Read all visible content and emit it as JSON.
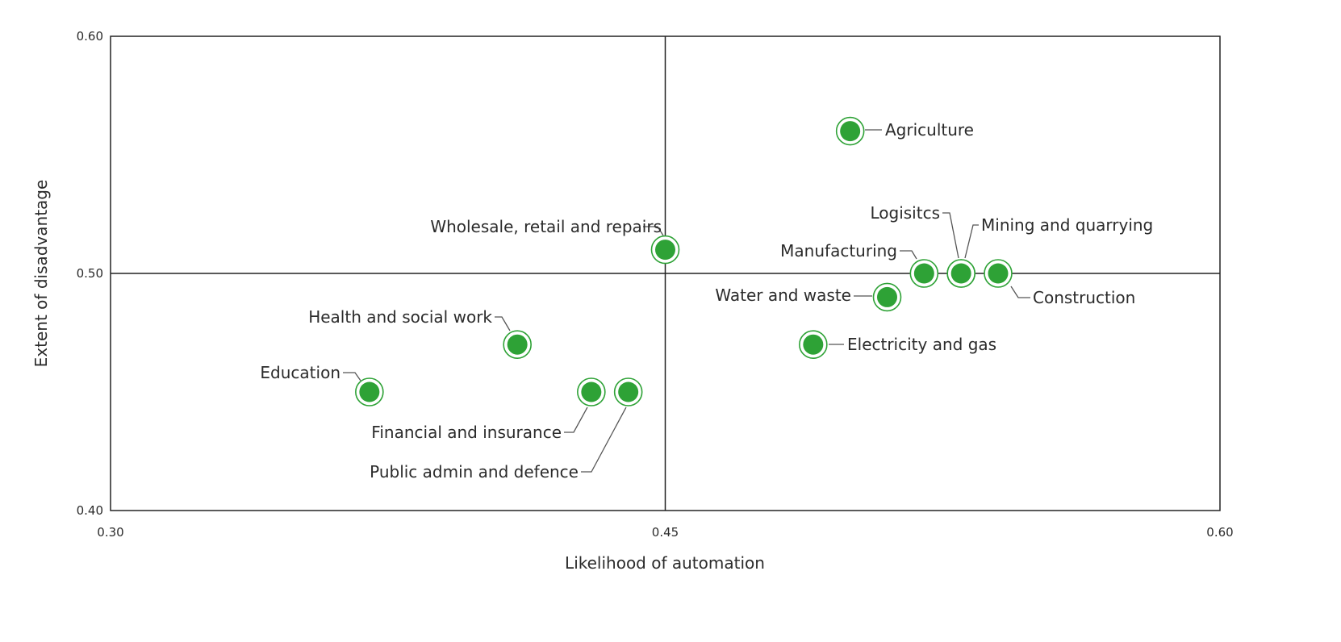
{
  "chart_data": {
    "type": "scatter",
    "title": "",
    "xlabel": "Likelihood of automation",
    "ylabel": "Extent of disadvantage",
    "xlim": [
      0.3,
      0.6
    ],
    "ylim": [
      0.4,
      0.6
    ],
    "xticks": [
      "0.30",
      "0.45",
      "0.60"
    ],
    "yticks": [
      "0.40",
      "0.50",
      "0.60"
    ],
    "reference_lines": {
      "x": 0.45,
      "y": 0.5
    },
    "grid": false,
    "marker_color": "#2ea236",
    "points": [
      {
        "label": "Agriculture",
        "x": 0.5,
        "y": 0.56
      },
      {
        "label": "Wholesale, retail and repairs",
        "x": 0.45,
        "y": 0.51
      },
      {
        "label": "Logisitcs",
        "x": 0.53,
        "y": 0.5
      },
      {
        "label": "Mining and quarrying",
        "x": 0.53,
        "y": 0.5
      },
      {
        "label": "Manufacturing",
        "x": 0.52,
        "y": 0.5
      },
      {
        "label": "Construction",
        "x": 0.54,
        "y": 0.5
      },
      {
        "label": "Water and waste",
        "x": 0.51,
        "y": 0.49
      },
      {
        "label": "Electricity and gas",
        "x": 0.49,
        "y": 0.47
      },
      {
        "label": "Health and social work",
        "x": 0.41,
        "y": 0.47
      },
      {
        "label": "Education",
        "x": 0.37,
        "y": 0.45
      },
      {
        "label": "Financial and insurance",
        "x": 0.43,
        "y": 0.45
      },
      {
        "label": "Public admin and defence",
        "x": 0.44,
        "y": 0.45
      }
    ]
  }
}
